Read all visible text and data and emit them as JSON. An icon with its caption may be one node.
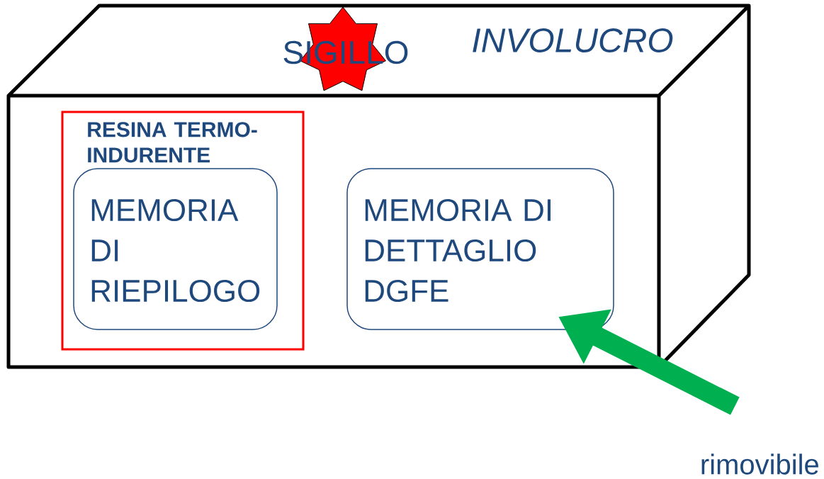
{
  "diagram": {
    "nodes": [
      {
        "text": [
          "INVOLUCRO"
        ]
      },
      {
        "text": [
          "SIGILLO"
        ],
        "in": 0
      },
      {
        "text": [
          "RESINA TERMO-INDURENTE"
        ],
        "in": 0
      },
      {
        "text": [
          "MEMORIA DI RIEPILOGO"
        ],
        "in": 2
      },
      {
        "text": [
          "MEMORIA DI DETTAGLIO DGFE"
        ],
        "in": 0
      },
      {
        "text": [
          "rimovibile"
        ]
      }
    ],
    "edges": [
      {
        "from": 5,
        "to": 4,
        "arrow": "to",
        "color": "#00b050"
      }
    ]
  }
}
